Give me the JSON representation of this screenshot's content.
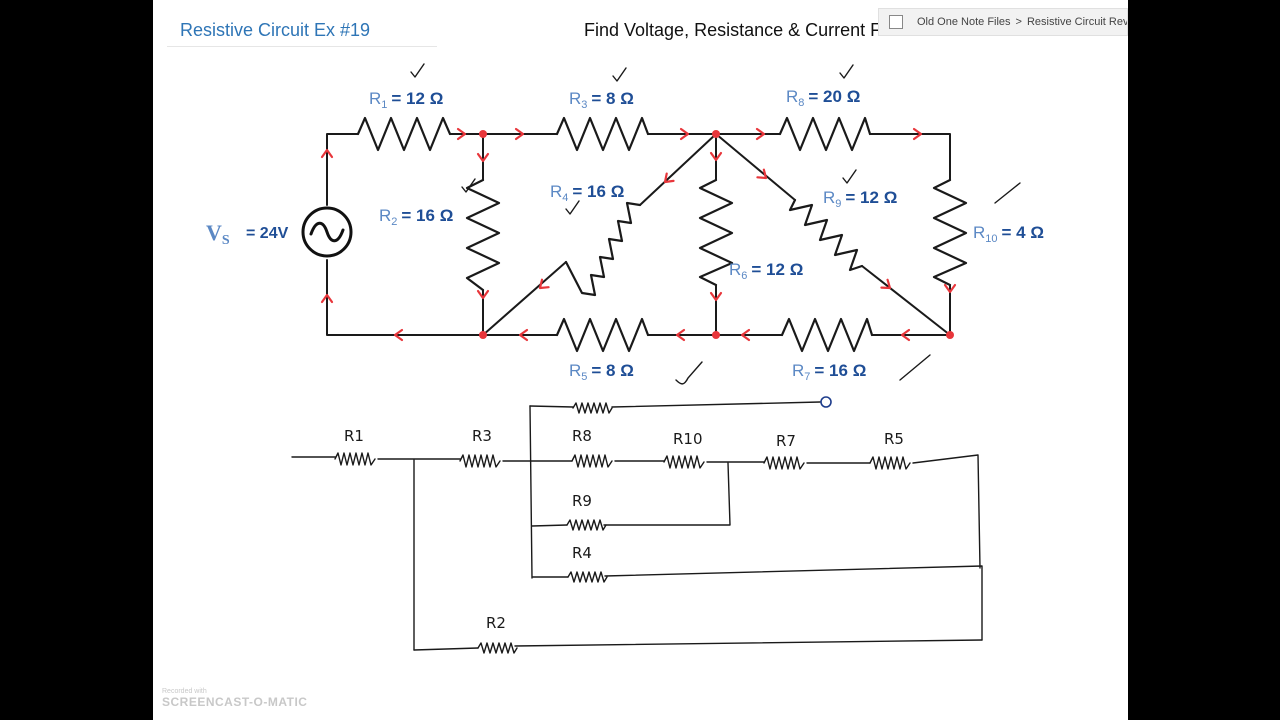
{
  "page": {
    "title": "Resistive Circuit Ex #19",
    "heading": "Find Voltage, Resistance & Current Flow for Each Element"
  },
  "breadcrumb": {
    "notebook": "Old One Note Files",
    "separator": ">",
    "section": "Resistive Circuit Revi"
  },
  "circuit": {
    "source": {
      "label": "V",
      "subscript": "S",
      "value": "= 24V",
      "icon": "ac-source-icon"
    },
    "resistors": [
      {
        "name": "R",
        "sub": "1",
        "value": "= 12 Ω"
      },
      {
        "name": "R",
        "sub": "2",
        "value": "= 16 Ω"
      },
      {
        "name": "R",
        "sub": "3",
        "value": "= 8 Ω"
      },
      {
        "name": "R",
        "sub": "4",
        "value": "= 16 Ω"
      },
      {
        "name": "R",
        "sub": "5",
        "value": "= 8 Ω"
      },
      {
        "name": "R",
        "sub": "6",
        "value": "= 12 Ω"
      },
      {
        "name": "R",
        "sub": "7",
        "value": "= 16 Ω"
      },
      {
        "name": "R",
        "sub": "8",
        "value": "= 20 Ω"
      },
      {
        "name": "R",
        "sub": "9",
        "value": "= 12 Ω"
      },
      {
        "name": "R",
        "sub": "10",
        "value": "= 4 Ω"
      }
    ],
    "colors": {
      "wire": "#1a1a1a",
      "arrow": "#e8363b",
      "label": "#5b88c4",
      "value": "#1f4e96"
    }
  },
  "sketch": {
    "labels": [
      "R1",
      "R3",
      "R8",
      "R10",
      "R7",
      "R5",
      "R9",
      "R4",
      "R2"
    ],
    "color": "#1a1a1a",
    "node_color": "#1e3d8c"
  },
  "watermark": {
    "top": "Recorded with",
    "brand": "SCREENCAST-O-MATIC"
  }
}
